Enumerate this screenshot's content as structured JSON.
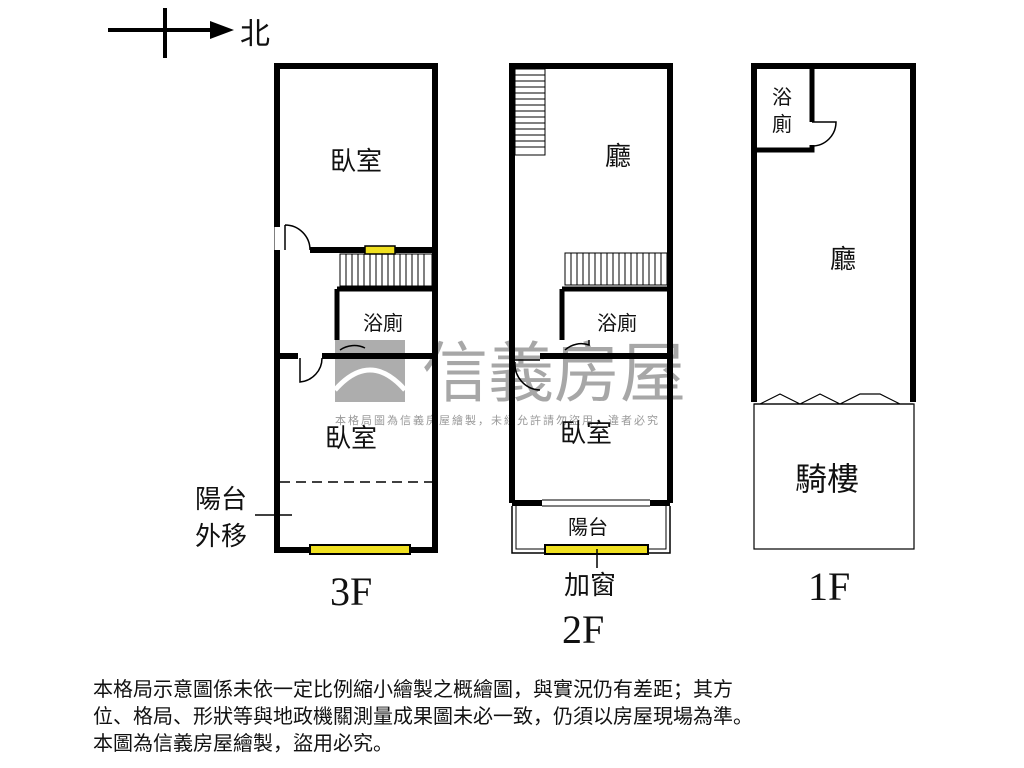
{
  "compass": {
    "north_label": "北"
  },
  "watermark": {
    "brand": "信義房屋",
    "notice": "本格局圖為信義房屋繪製，未經允許請勿盜用，違者必究"
  },
  "floors": [
    {
      "label": "3F",
      "rooms": [
        "臥室",
        "浴廁",
        "臥室"
      ],
      "notes": [
        "陽台",
        "外移"
      ]
    },
    {
      "label": "2F",
      "rooms": [
        "廳",
        "浴廁",
        "臥室",
        "陽台"
      ],
      "notes": [
        "加窗"
      ]
    },
    {
      "label": "1F",
      "rooms": [
        "浴",
        "廁",
        "廳",
        "騎樓"
      ]
    }
  ],
  "colors": {
    "window": "#f0e020",
    "wall": "#000000",
    "watermark": "#8a8a8a"
  },
  "disclaimer": [
    "本格局示意圖係未依一定比例縮小繪製之概繪圖，與實況仍有差距；其方",
    "位、格局、形狀等與地政機關測量成果圖未必一致，仍須以房屋現場為準。",
    "本圖為信義房屋繪製，盜用必究。"
  ]
}
